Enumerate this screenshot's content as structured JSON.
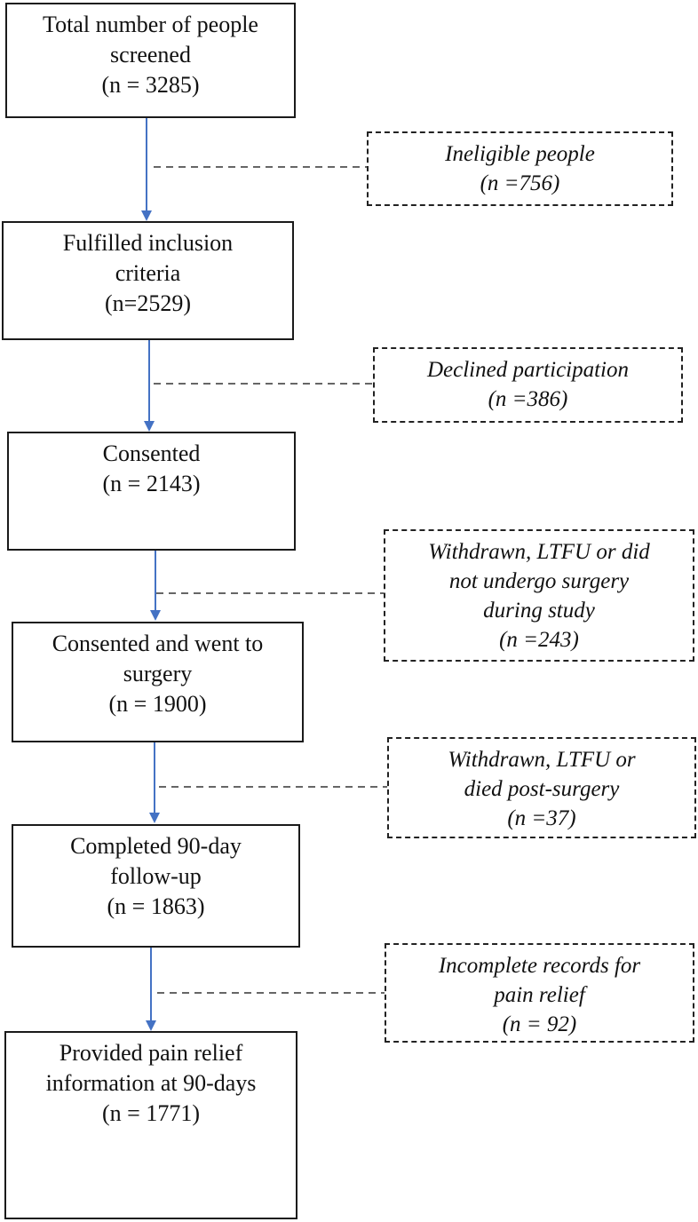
{
  "boxes": [
    {
      "lines": [
        "Total number of people",
        "screened",
        "(n = 3285)"
      ]
    },
    {
      "lines": [
        "Fulfilled inclusion",
        "criteria",
        "(n=2529)"
      ]
    },
    {
      "lines": [
        "Consented",
        "(n = 2143)"
      ]
    },
    {
      "lines": [
        "Consented and went to",
        "surgery",
        "(n = 1900)"
      ]
    },
    {
      "lines": [
        "Completed 90-day",
        "follow-up",
        "(n = 1863)"
      ]
    },
    {
      "lines": [
        "Provided pain relief",
        "information at 90-days",
        "(n = 1771)"
      ]
    }
  ],
  "exclusions": [
    {
      "lines": [
        "Ineligible people",
        "(n =756)"
      ]
    },
    {
      "lines": [
        "Declined participation",
        "(n =386)"
      ]
    },
    {
      "lines": [
        "Withdrawn, LTFU or did",
        "not undergo surgery",
        "during study",
        "(n =243)"
      ]
    },
    {
      "lines": [
        "Withdrawn, LTFU or",
        "died post-surgery",
        "(n =37)"
      ]
    },
    {
      "lines": [
        "Incomplete records for",
        "pain relief",
        "(n = 92)"
      ]
    }
  ],
  "colors": {
    "arrow": "#4472C4",
    "box_border": "#1a1a1a",
    "dashed": "#222222"
  }
}
